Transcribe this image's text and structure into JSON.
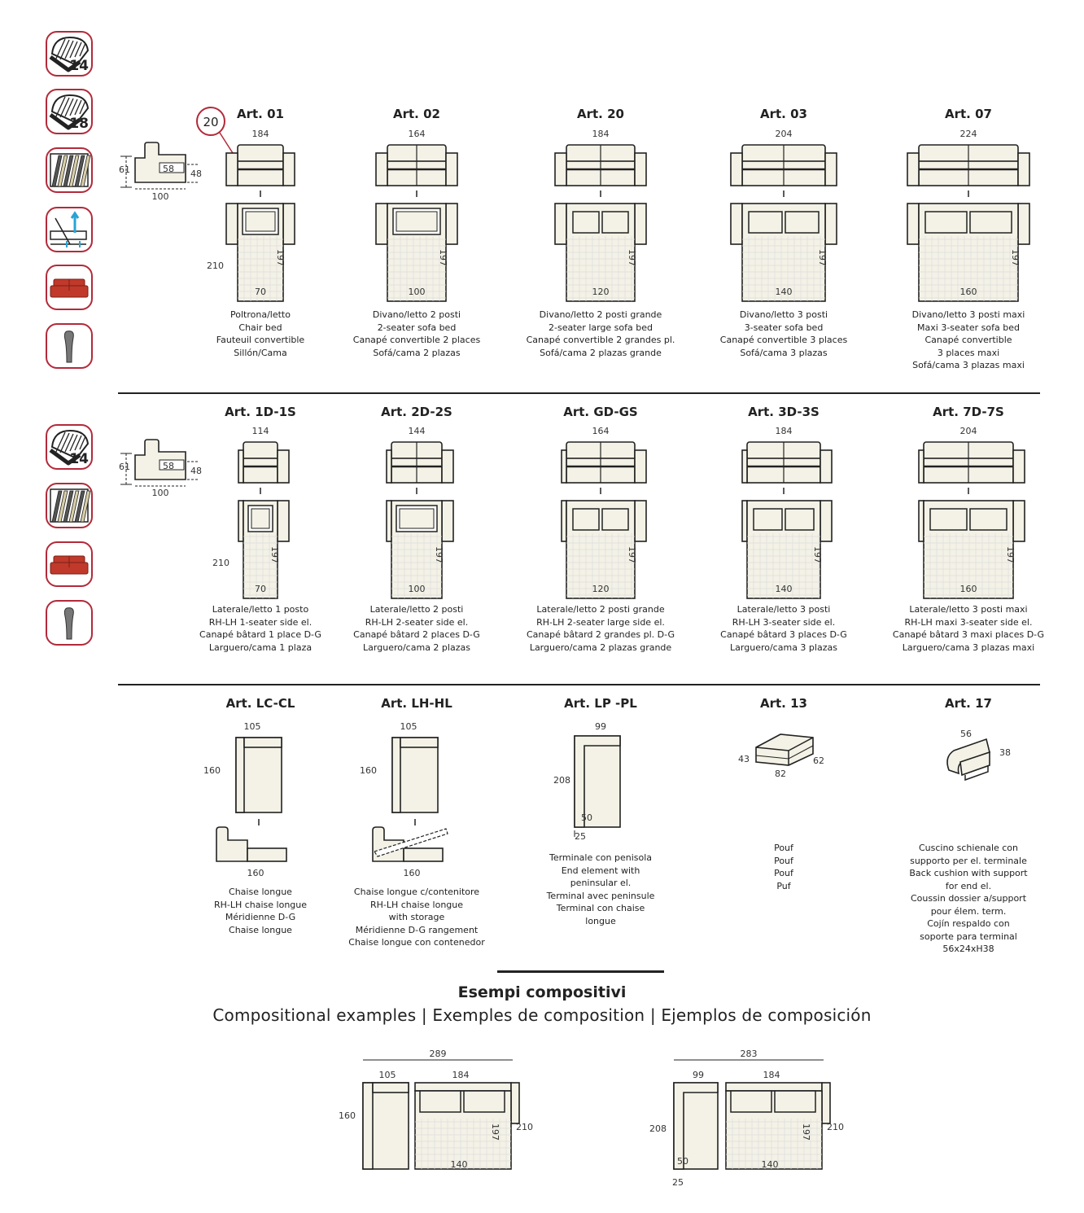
{
  "icons": {
    "group1": [
      {
        "name": "foam-14-icon",
        "label": "14"
      },
      {
        "name": "foam-18-icon",
        "label": "18"
      },
      {
        "name": "slats-icon",
        "label": ""
      },
      {
        "name": "mechanism-icon",
        "label": ""
      },
      {
        "name": "sofa-red-icon",
        "label": ""
      },
      {
        "name": "foot-icon",
        "label": ""
      }
    ],
    "group2": [
      {
        "name": "foam-14-icon",
        "label": "14"
      },
      {
        "name": "slats-icon",
        "label": ""
      },
      {
        "name": "sofa-red-icon",
        "label": ""
      },
      {
        "name": "foot-icon",
        "label": ""
      }
    ]
  },
  "side_view": {
    "height": "61",
    "seat": "48",
    "depth": "100",
    "inner": "58"
  },
  "callout": "20",
  "row1": [
    {
      "title": "Art. 01",
      "width": "184",
      "bed_len": "210",
      "mat_len": "197",
      "mat_w": "70",
      "desc": [
        "Poltrona/letto",
        "Chair bed",
        "Fauteuil convertible",
        "Sillón/Cama"
      ]
    },
    {
      "title": "Art. 02",
      "width": "164",
      "mat_len": "197",
      "mat_w": "100",
      "desc": [
        "Divano/letto 2 posti",
        "2-seater sofa bed",
        "Canapé convertible 2 places",
        "Sofá/cama 2 plazas"
      ]
    },
    {
      "title": "Art. 20",
      "width": "184",
      "mat_len": "197",
      "mat_w": "120",
      "desc": [
        "Divano/letto 2 posti grande",
        "2-seater large sofa bed",
        "Canapé convertible 2 grandes pl.",
        "Sofá/cama 2 plazas grande"
      ]
    },
    {
      "title": "Art. 03",
      "width": "204",
      "mat_len": "197",
      "mat_w": "140",
      "desc": [
        "Divano/letto 3 posti",
        "3-seater sofa bed",
        "Canapé convertible 3 places",
        "Sofá/cama 3 plazas"
      ]
    },
    {
      "title": "Art. 07",
      "width": "224",
      "mat_len": "197",
      "mat_w": "160",
      "desc": [
        "Divano/letto 3 posti maxi",
        "Maxi 3-seater sofa bed",
        "Canapé convertible",
        "3 places maxi",
        "Sofá/cama 3 plazas maxi"
      ]
    }
  ],
  "row2": [
    {
      "title": "Art. 1D-1S",
      "width": "114",
      "bed_len": "210",
      "mat_len": "197",
      "mat_w": "70",
      "desc": [
        "Laterale/letto 1 posto",
        "RH-LH 1-seater side el.",
        "Canapé bâtard 1 place D-G",
        "Larguero/cama 1 plaza"
      ]
    },
    {
      "title": "Art. 2D-2S",
      "width": "144",
      "mat_len": "197",
      "mat_w": "100",
      "desc": [
        "Laterale/letto 2 posti",
        "RH-LH 2-seater side el.",
        "Canapé bâtard 2 places D-G",
        "Larguero/cama 2 plazas"
      ]
    },
    {
      "title": "Art. GD-GS",
      "width": "164",
      "mat_len": "197",
      "mat_w": "120",
      "desc": [
        "Laterale/letto 2 posti grande",
        "RH-LH 2-seater large side el.",
        "Canapé bâtard 2 grandes pl. D-G",
        "Larguero/cama 2 plazas grande"
      ]
    },
    {
      "title": "Art. 3D-3S",
      "width": "184",
      "mat_len": "197",
      "mat_w": "140",
      "desc": [
        "Laterale/letto 3 posti",
        "RH-LH 3-seater side el.",
        "Canapé bâtard 3 places D-G",
        "Larguero/cama 3 plazas"
      ]
    },
    {
      "title": "Art. 7D-7S",
      "width": "204",
      "mat_len": "197",
      "mat_w": "160",
      "desc": [
        "Laterale/letto 3 posti maxi",
        "RH-LH maxi 3-seater side el.",
        "Canapé bâtard 3 maxi places D-G",
        "Larguero/cama 3 plazas maxi"
      ]
    }
  ],
  "row3": [
    {
      "title": "Art. LC-CL",
      "width": "105",
      "length": "160",
      "open_len": "160",
      "desc": [
        "Chaise longue",
        "RH-LH chaise longue",
        "Méridienne D-G",
        "Chaise longue"
      ]
    },
    {
      "title": "Art. LH-HL",
      "width": "105",
      "length": "160",
      "open_len": "160",
      "desc": [
        "Chaise longue c/contenitore",
        "RH-LH chaise longue",
        "with storage",
        "Méridienne D-G rangement",
        "Chaise longue con contenedor"
      ]
    },
    {
      "title": "Art. LP -PL",
      "width": "99",
      "length": "208",
      "inner": "50",
      "arm": "25",
      "desc": [
        "Terminale con penisola",
        "End element with",
        "peninsular el.",
        "Terminal avec peninsule",
        "Terminal con chaise",
        "longue"
      ]
    },
    {
      "title": "Art. 13",
      "h": "43",
      "d": "62",
      "w": "82",
      "desc": [
        "Pouf",
        "Pouf",
        "Pouf",
        "Puf"
      ]
    },
    {
      "title": "Art. 17",
      "w": "56",
      "h": "38",
      "desc": [
        "Cuscino schienale con",
        "supporto per el. terminale",
        "Back cushion with support",
        "for end el.",
        "Coussin dossier a/support",
        "pour élem. term.",
        "Cojín respaldo con",
        "soporte para terminal",
        "56x24xH38"
      ]
    }
  ],
  "headings": {
    "main": "Esempi compositivi",
    "sub": "Compositional examples | Exemples de composition | Ejemplos de composición"
  },
  "examples": [
    {
      "total": "289",
      "left_w": "105",
      "right_w": "184",
      "left_len": "160",
      "mat_len": "197",
      "depth": "210",
      "mat_w": "140"
    },
    {
      "total": "283",
      "left_w": "99",
      "right_w": "184",
      "left_len": "208",
      "inner": "50",
      "arm": "25",
      "mat_len": "197",
      "depth": "210",
      "mat_w": "140"
    }
  ]
}
